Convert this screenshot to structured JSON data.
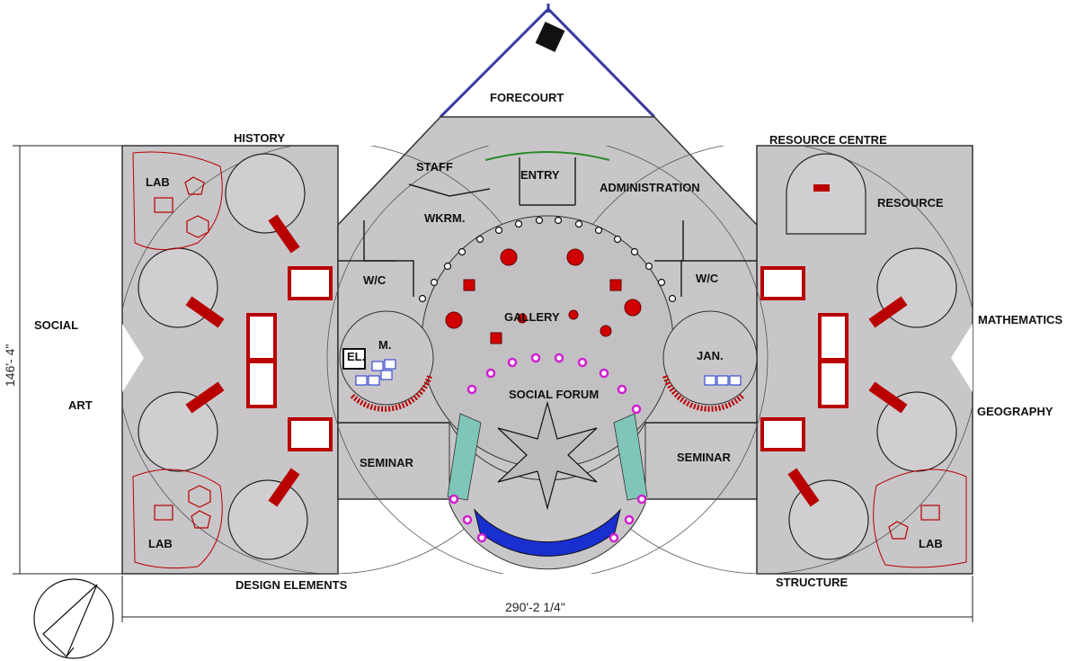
{
  "labels": {
    "forecourt": "FORECOURT",
    "history": "HISTORY",
    "resource_centre": "RESOURCE CENTRE",
    "staff": "STAFF",
    "entry": "ENTRY",
    "administration": "ADMINISTRATION",
    "wkrm": "WKRM.",
    "resource": "RESOURCE",
    "lab_top_left": "LAB",
    "wc_left": "W/C",
    "wc_right": "W/C",
    "gallery": "GALLERY",
    "social": "SOCIAL",
    "mathematics": "MATHEMATICS",
    "el": "EL.",
    "m": "M.",
    "jan": "JAN.",
    "art": "ART",
    "social_forum": "SOCIAL FORUM",
    "geography": "GEOGRAPHY",
    "seminar_left": "SEMINAR",
    "seminar_right": "SEMINAR",
    "lab_bottom_left": "LAB",
    "lab_bottom_right": "LAB",
    "design_elements": "DESIGN ELEMENTS",
    "structure": "STRUCTURE"
  },
  "dimensions": {
    "height": "146'- 4\"",
    "width": "290'-2 1/4\""
  },
  "colors": {
    "floor": "#c8c6c9",
    "furniture": "#b80000",
    "outline": "#333333",
    "forecourt_line": "#3a3aa0",
    "stage": "#1a2fd0",
    "column_marker": "#d020d0",
    "seating": "#7fc6b8"
  },
  "icons": {
    "compass": "north-arrow-icon",
    "star": "star-sculpture-icon"
  }
}
